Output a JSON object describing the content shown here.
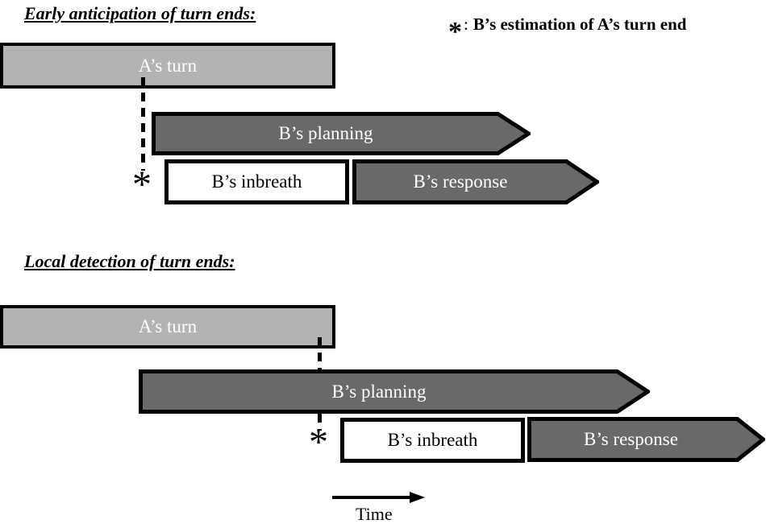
{
  "colors": {
    "a_turn_fill": "#b3b3b3",
    "b_fill": "#696969",
    "inbreath_fill": "#ffffff",
    "outline": "#000000"
  },
  "legend": {
    "symbol": "*",
    "colon": ":",
    "text": "B’s estimation of A’s turn end"
  },
  "panel_early": {
    "title": "Early anticipation of turn ends:",
    "a_turn": "A’s turn",
    "planning": "B’s planning",
    "inbreath": "B’s inbreath",
    "response": "B’s response",
    "marker": "*"
  },
  "panel_local": {
    "title": "Local detection of turn ends:",
    "a_turn": "A’s turn",
    "planning": "B’s planning",
    "inbreath": "B’s inbreath",
    "response": "B’s response",
    "marker": "*"
  },
  "time_axis": {
    "label": "Time"
  }
}
